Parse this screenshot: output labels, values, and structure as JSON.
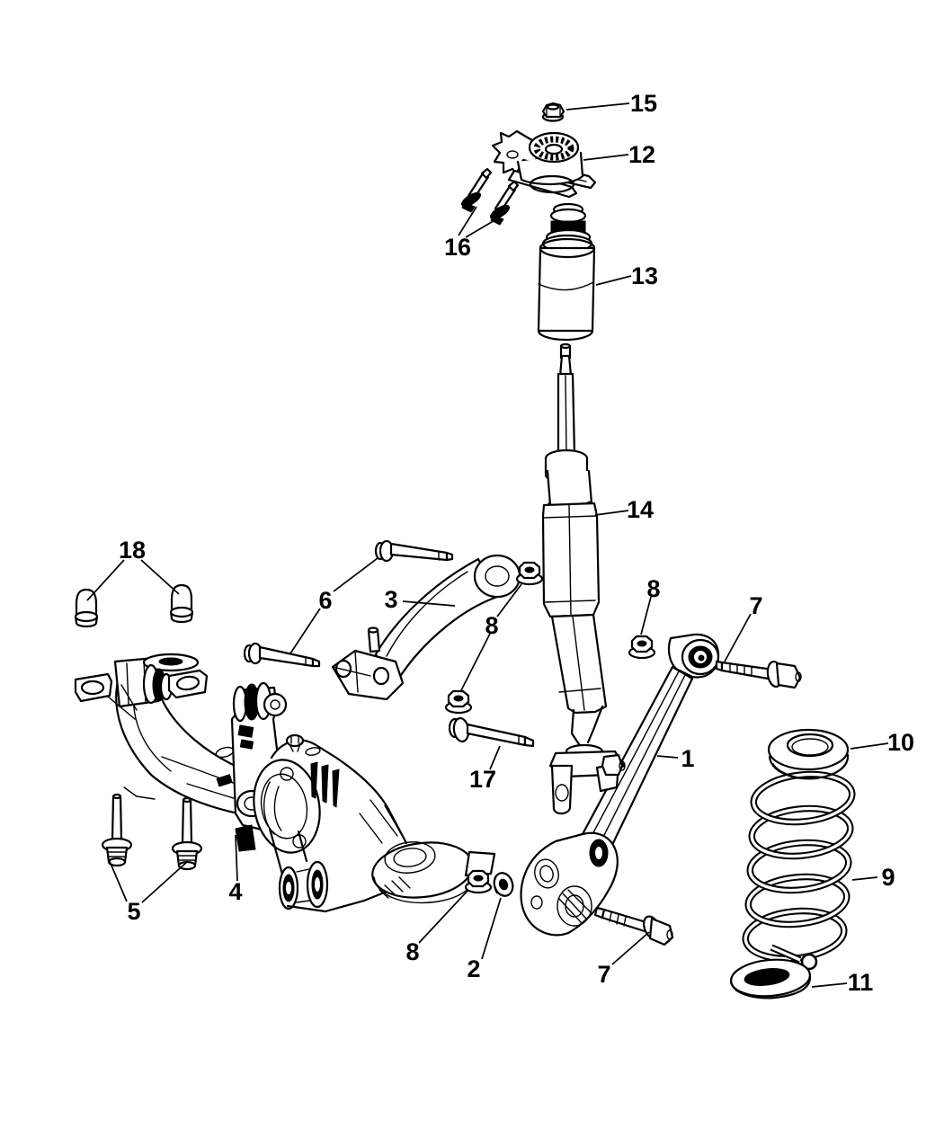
{
  "style": {
    "background_color": "#ffffff",
    "line_color": "#000000",
    "label_color": "#000000"
  },
  "callouts": [
    {
      "id": "top-mount-nut",
      "text": "15"
    },
    {
      "id": "top-mount",
      "text": "12"
    },
    {
      "id": "mount-bolts",
      "text": "16"
    },
    {
      "id": "jounce-bumper-boot",
      "text": "13"
    },
    {
      "id": "shock-absorber",
      "text": "14"
    },
    {
      "id": "protective-caps",
      "text": "18"
    },
    {
      "id": "upper-arm-bolts",
      "text": "6"
    },
    {
      "id": "upper-control-arm",
      "text": "3"
    },
    {
      "id": "shock-arm-nuts",
      "text": "8"
    },
    {
      "id": "trailing-arm-nut",
      "text": "8"
    },
    {
      "id": "trailing-arm-bolt",
      "text": "7"
    },
    {
      "id": "upper-spring-isolator",
      "text": "10"
    },
    {
      "id": "trailing-arm",
      "text": "1"
    },
    {
      "id": "link-bolt",
      "text": "17"
    },
    {
      "id": "coil-spring",
      "text": "9"
    },
    {
      "id": "knuckle",
      "text": "4"
    },
    {
      "id": "crossmember-bolts",
      "text": "5"
    },
    {
      "id": "spring-link-nut",
      "text": "8"
    },
    {
      "id": "washer",
      "text": "2"
    },
    {
      "id": "spring-link-bolt",
      "text": "7"
    },
    {
      "id": "lower-spring-isolator",
      "text": "11"
    }
  ]
}
